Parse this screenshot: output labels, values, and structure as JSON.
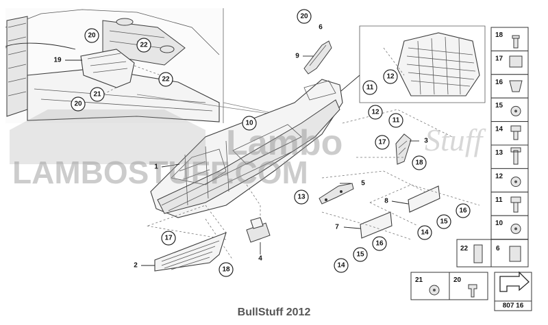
{
  "callouts": {
    "c20a": "20",
    "c22a": "22",
    "c19": "19",
    "c21": "21",
    "c22b": "22",
    "c20b": "20",
    "c20t": "20",
    "c6": "6",
    "c9": "9",
    "c11a": "11",
    "c12a": "12",
    "c12b": "12",
    "c11b": "11",
    "c10": "10",
    "c17a": "17",
    "c3": "3",
    "c18a": "18",
    "c1": "1",
    "c5": "5",
    "c13": "13",
    "c8": "8",
    "c16a": "16",
    "c15a": "15",
    "c14a": "14",
    "c7": "7",
    "c16b": "16",
    "c15b": "15",
    "c14b": "14",
    "c4": "4",
    "c17b": "17",
    "c2": "2",
    "c18b": "18"
  },
  "parts_panel": {
    "items": [
      "18",
      "17",
      "16",
      "15",
      "14",
      "13",
      "12",
      "11",
      "10"
    ],
    "bottom_row": [
      "22",
      "6"
    ],
    "fastener_row": [
      "21",
      "20"
    ],
    "page_code": "807 16"
  },
  "watermark": {
    "main": "LAMBOSTUFF.COM",
    "brand_left": "Lambo",
    "brand_right": "Stuff"
  },
  "footer": "BullStuff 2012"
}
